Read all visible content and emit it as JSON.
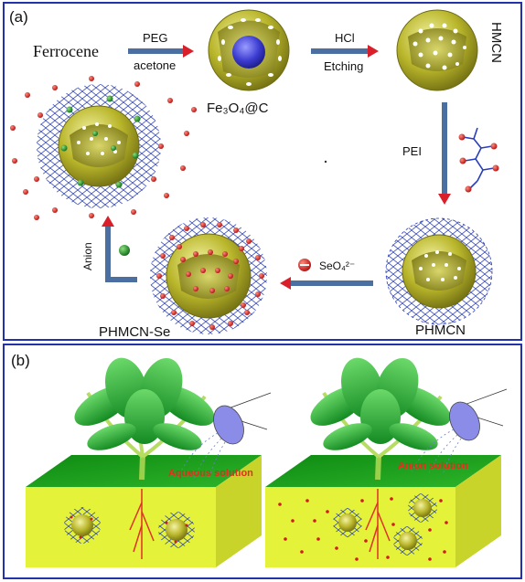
{
  "panel_a": {
    "label": "(a)",
    "ferrocene": "Ferrocene",
    "step1_top": "PEG",
    "step1_bottom": "acetone",
    "fe3o4c": "Fe₃O₄@C",
    "step2_top": "HCl",
    "step2_bottom": "Etching",
    "hmcn": "HMCN",
    "pei": "PEI",
    "phmcn": "PHMCN",
    "seo4": "SeO₄²⁻",
    "phmcn_se": "PHMCN-Se",
    "anion": "Anion"
  },
  "panel_b": {
    "label": "(b)",
    "left_solution": "Aqueous solution",
    "right_solution": "Anion solution"
  },
  "colors": {
    "frame": "#2233aa",
    "arrow_body": "#4a6fa0",
    "arrow_head": "#d9202a",
    "sphere": "#b7b429",
    "core": "#3b3bd0",
    "polymer": "#2a3fb8",
    "red_dot": "#d01c1c",
    "green_dot": "#1a8a2a",
    "soil_side": "#e4f23a",
    "soil_top": "#1e9c1e",
    "leaf": "#2fae3a",
    "root": "#e2302a",
    "solution_text": "#e0301e"
  }
}
